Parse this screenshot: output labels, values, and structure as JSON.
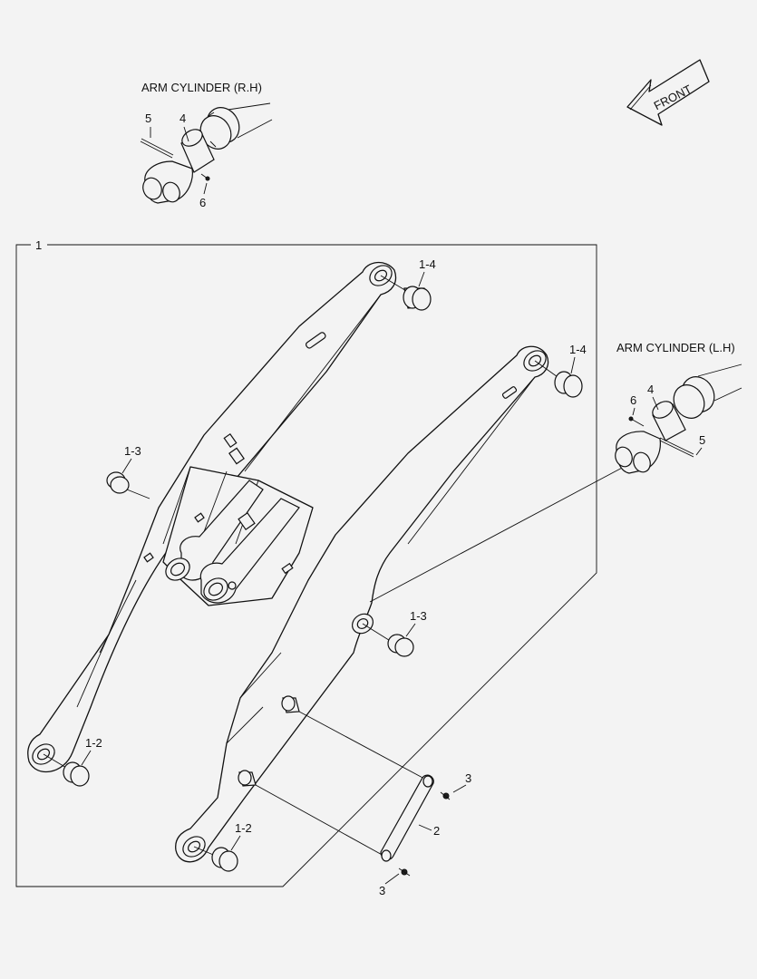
{
  "diagram": {
    "titles": {
      "arm_cylinder_rh": "ARM CYLINDER (R.H)",
      "arm_cylinder_lh": "ARM CYLINDER (L.H)",
      "front": "FRONT"
    },
    "callouts": {
      "assembly": "1",
      "bushing_rear_left": "1-2",
      "bushing_rear_right": "1-2",
      "bushing_mid_left": "1-3",
      "bushing_mid_right": "1-3",
      "bushing_top_left": "1-4",
      "bushing_top_right": "1-4",
      "link": "2",
      "fitting_upper": "3",
      "fitting_lower": "3",
      "rh_pin": "5",
      "rh_bushing": "4",
      "rh_fitting": "6",
      "lh_fitting": "6",
      "lh_bushing": "4",
      "lh_pin": "5"
    }
  }
}
